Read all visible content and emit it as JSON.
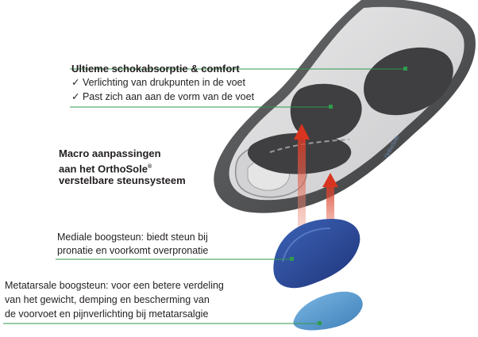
{
  "illustration": {
    "subject": "orthosole-insole-exploded-view",
    "colors": {
      "sole_outer": "#4a4b4d",
      "sole_inner": "#dcdcdd",
      "pad": "#3f3f41",
      "arrow": "#d8341f",
      "leader_line": "#2f9a4c",
      "medial_support": "#2e4c9c",
      "metatarsal_support": "#4f93c8"
    }
  },
  "callouts": {
    "comfort": {
      "title": "Ultieme schokabsorptie & comfort",
      "points": [
        "Verlichting van drukpunten in de voet",
        "Past zich aan aan de vorm van de voet"
      ]
    },
    "macro": {
      "line1": "Macro aanpassingen",
      "line2_prefix": "aan het OrthoSole",
      "line2_sup": "®",
      "line3": "verstelbare steunsysteem"
    },
    "medial": {
      "line1": "Mediale boogsteun: biedt steun bij",
      "line2": "pronatie en voorkomt overpronatie"
    },
    "metatarsal": {
      "line1": "Metatarsale boogsteun: voor een betere verdeling",
      "line2": "van het gewicht, demping en bescherming van",
      "line3": "de voorvoet en pijnverlichting bij metatarsalgie"
    }
  },
  "brand_mark": "OrthoSole"
}
